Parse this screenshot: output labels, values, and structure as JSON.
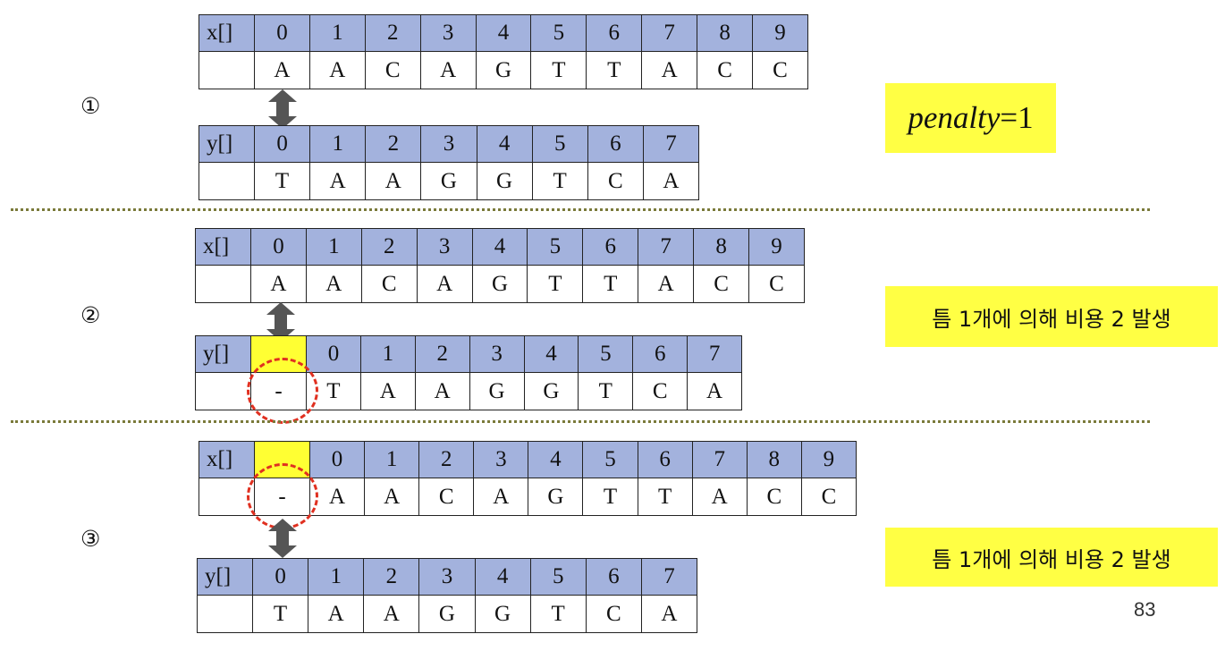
{
  "steps": [
    {
      "marker": "①",
      "x_row": {
        "label": "x[]",
        "gap": false,
        "indices": [
          "0",
          "1",
          "2",
          "3",
          "4",
          "5",
          "6",
          "7",
          "8",
          "9"
        ],
        "chars": [
          "A",
          "A",
          "C",
          "A",
          "G",
          "T",
          "T",
          "A",
          "C",
          "C"
        ]
      },
      "y_row": {
        "label": "y[]",
        "gap": false,
        "indices": [
          "0",
          "1",
          "2",
          "3",
          "4",
          "5",
          "6",
          "7"
        ],
        "chars": [
          "T",
          "A",
          "A",
          "G",
          "G",
          "T",
          "C",
          "A"
        ]
      },
      "note": {
        "italic": "penalty",
        "rest": "=1"
      }
    },
    {
      "marker": "②",
      "x_row": {
        "label": "x[]",
        "gap": false,
        "indices": [
          "0",
          "1",
          "2",
          "3",
          "4",
          "5",
          "6",
          "7",
          "8",
          "9"
        ],
        "chars": [
          "A",
          "A",
          "C",
          "A",
          "G",
          "T",
          "T",
          "A",
          "C",
          "C"
        ]
      },
      "y_row": {
        "label": "y[]",
        "gap": true,
        "gap_char": "-",
        "indices": [
          "0",
          "1",
          "2",
          "3",
          "4",
          "5",
          "6",
          "7"
        ],
        "chars": [
          "T",
          "A",
          "A",
          "G",
          "G",
          "T",
          "C",
          "A"
        ]
      },
      "note": {
        "text": "틈 1개에 의해 비용 2 발생"
      }
    },
    {
      "marker": "③",
      "x_row": {
        "label": "x[]",
        "gap": true,
        "gap_char": "-",
        "indices": [
          "0",
          "1",
          "2",
          "3",
          "4",
          "5",
          "6",
          "7",
          "8",
          "9"
        ],
        "chars": [
          "A",
          "A",
          "C",
          "A",
          "G",
          "T",
          "T",
          "A",
          "C",
          "C"
        ]
      },
      "y_row": {
        "label": "y[]",
        "gap": false,
        "indices": [
          "0",
          "1",
          "2",
          "3",
          "4",
          "5",
          "6",
          "7"
        ],
        "chars": [
          "T",
          "A",
          "A",
          "G",
          "G",
          "T",
          "C",
          "A"
        ]
      },
      "note": {
        "text": "틈 1개에 의해 비용 2 발생"
      }
    }
  ],
  "page_number": "83",
  "colors": {
    "header": "#a3b2dd",
    "gap_highlight": "#ffff33",
    "note_bg": "#ffff44",
    "ring": "#e03020",
    "arrow": "#555555"
  }
}
